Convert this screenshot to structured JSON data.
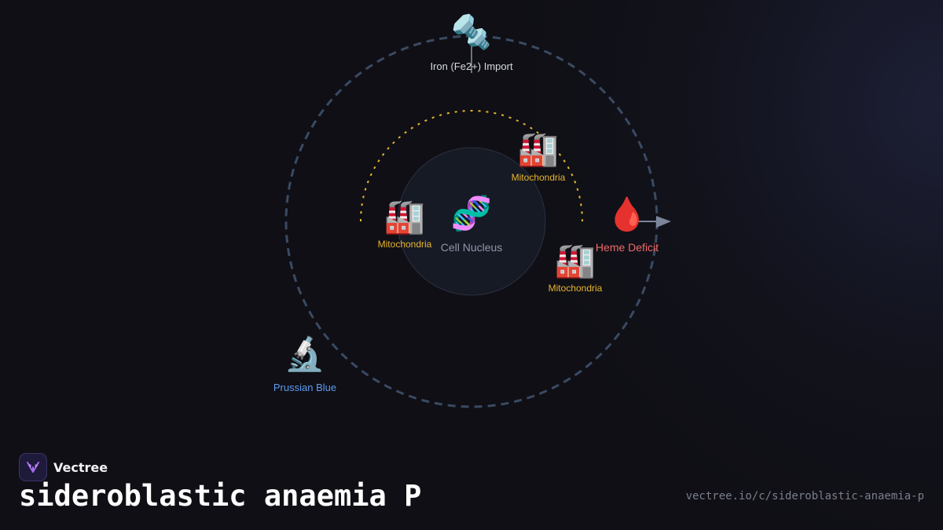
{
  "brand": {
    "name": "Vectree",
    "logo_icon": "vectree-logo-icon"
  },
  "title": "sideroblastic anaemia P",
  "url": "vectree.io/c/sideroblastic-anaemia-p",
  "colors": {
    "background": "#0f0f15",
    "mitochondria": "#e8b52f",
    "heme": "#ef6a6a",
    "prussian": "#5f9bf0",
    "outer_ring": "#3a4a62"
  },
  "diagram": {
    "nucleus": {
      "label": "Cell Nucleus",
      "icon": "dna-icon",
      "glyph": "🧬"
    },
    "iron": {
      "label": "Iron (Fe2+) Import",
      "icon": "bolt-nut-icon",
      "glyph": "🔩"
    },
    "heme": {
      "label": "Heme Deficit",
      "icon": "blood-drop-icon",
      "glyph": "🩸"
    },
    "prussian": {
      "label": "Prussian Blue",
      "icon": "microscope-icon",
      "glyph": "🔬"
    },
    "mitochondria": [
      {
        "label": "Mitochondria",
        "icon": "factory-icon",
        "glyph": "🏭"
      },
      {
        "label": "Mitochondria",
        "icon": "factory-icon",
        "glyph": "🏭"
      },
      {
        "label": "Mitochondria",
        "icon": "factory-icon",
        "glyph": "🏭"
      }
    ]
  }
}
